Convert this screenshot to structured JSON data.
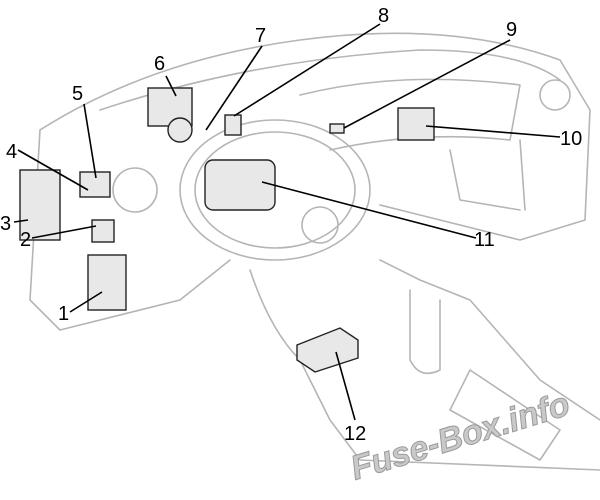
{
  "callouts": [
    {
      "label": "1"
    },
    {
      "label": "2"
    },
    {
      "label": "3"
    },
    {
      "label": "4"
    },
    {
      "label": "5"
    },
    {
      "label": "6"
    },
    {
      "label": "7"
    },
    {
      "label": "8"
    },
    {
      "label": "9"
    },
    {
      "label": "10"
    },
    {
      "label": "11"
    },
    {
      "label": "12"
    }
  ],
  "watermark": "Fuse-Box.info"
}
